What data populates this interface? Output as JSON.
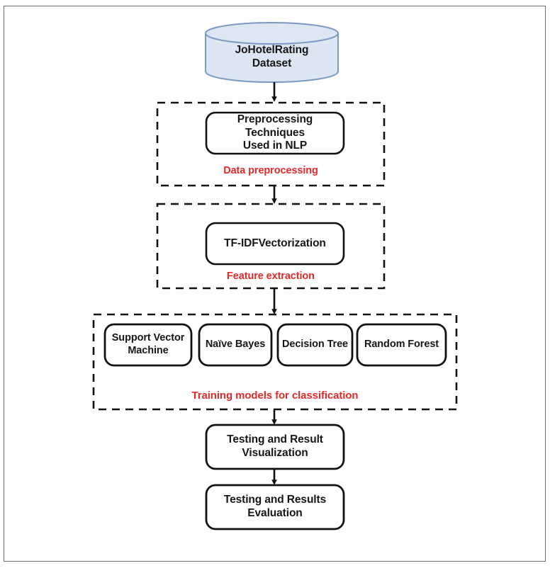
{
  "figure": {
    "type": "flowchart",
    "orientation": "top-to-bottom",
    "frame_color": "#6d6d6d",
    "accent_label_color": "#e22a2a",
    "datastore_fill_color": "#dce6f2",
    "datastore_stroke_color": "#7a9ac4",
    "node_stroke_color": "#000000"
  },
  "nodes": {
    "datastore": {
      "shape": "cylinder",
      "label_line1": "JoHotelRating",
      "label_line2": "Dataset"
    },
    "preprocessing": {
      "shape": "rounded-rect",
      "label_line1": "Preprocessing Techniques",
      "label_line2": "Used in NLP"
    },
    "vectorization": {
      "shape": "rounded-rect",
      "label_line1": "TF-IDFVectorization",
      "label_line2": ""
    },
    "testing_visualization": {
      "shape": "rounded-rect",
      "label_line1": "Testing and Result",
      "label_line2": "Visualization"
    },
    "testing_evaluation": {
      "shape": "rounded-rect",
      "label_line1": "Testing and Results",
      "label_line2": "Evaluation"
    }
  },
  "classifiers": [
    {
      "label_line1": "Support Vector",
      "label_line2": "Machine"
    },
    {
      "label_line1": "Naïve Bayes",
      "label_line2": ""
    },
    {
      "label_line1": "Decision Tree",
      "label_line2": ""
    },
    {
      "label_line1": "Random Forest",
      "label_line2": ""
    }
  ],
  "stage_labels": {
    "data_preprocessing": "Data preprocessing",
    "feature_extraction": "Feature extraction",
    "training_models": "Training models for classification"
  }
}
